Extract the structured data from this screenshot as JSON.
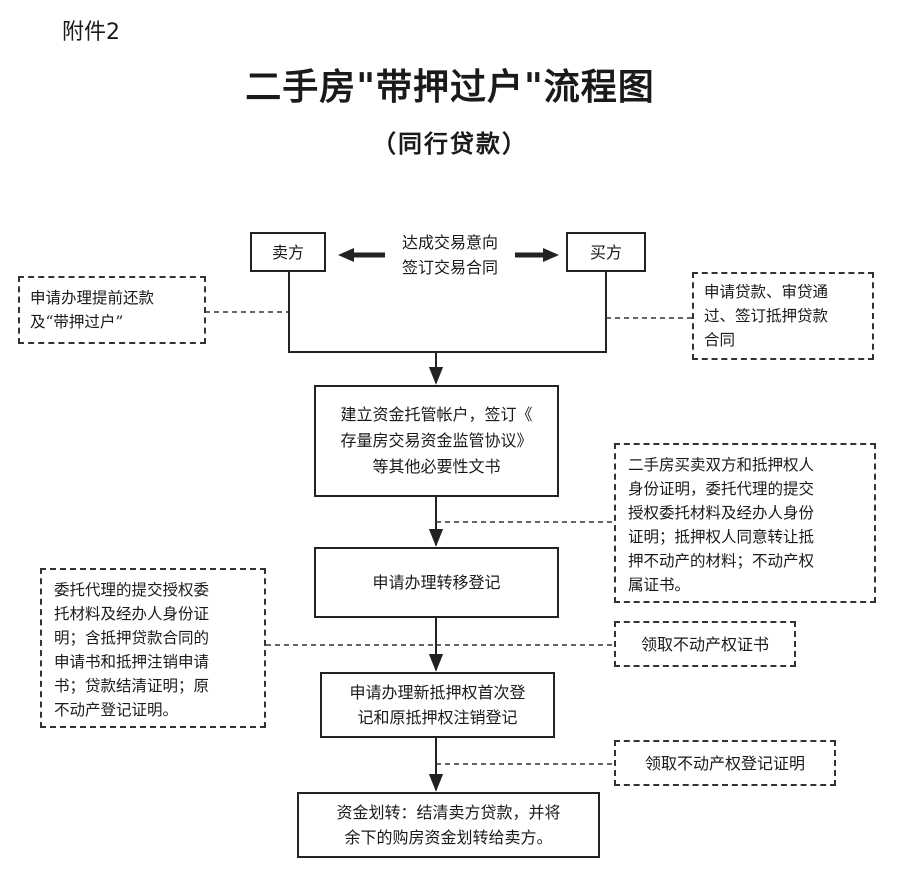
{
  "header": {
    "attachment": "附件2",
    "title": "二手房\"带押过户\"流程图",
    "subtitle": "（同行贷款）"
  },
  "top": {
    "seller": "卖方",
    "buyer": "买方",
    "center_lines": [
      "达成交易意向",
      "签订交易合同"
    ]
  },
  "side_notes": {
    "seller_note_lines": [
      "申请办理提前还款",
      "及“带押过户”"
    ],
    "buyer_note_lines": [
      "申请贷款、审贷通",
      "过、签订抵押贷款",
      "合同"
    ],
    "documents_right_lines": [
      "二手房买卖双方和抵押权人",
      "身份证明，委托代理的提交",
      "授权委托材料及经办人身份",
      "证明；抵押权人同意转让抵",
      "押不动产的材料；不动产权",
      "属证书。"
    ],
    "documents_left_lines": [
      "委托代理的提交授权委",
      "托材料及经办人身份证",
      "明；含抵押贷款合同的",
      "申请书和抵押注销申请",
      "书；贷款结清证明；原",
      "不动产登记证明。"
    ],
    "receive_certificate": "领取不动产权证书",
    "receive_registration_proof": "领取不动产权登记证明"
  },
  "steps": {
    "escrow_lines": [
      "建立资金托管帐户，签订《",
      "存量房交易资金监管协议》",
      "等其他必要性文书"
    ],
    "transfer_registration": "申请办理转移登记",
    "mortgage_registration_lines": [
      "申请办理新抵押权首次登",
      "记和原抵押权注销登记"
    ],
    "fund_transfer_lines": [
      "资金划转：结清卖方贷款，并将",
      "余下的购房资金划转给卖方。"
    ]
  }
}
